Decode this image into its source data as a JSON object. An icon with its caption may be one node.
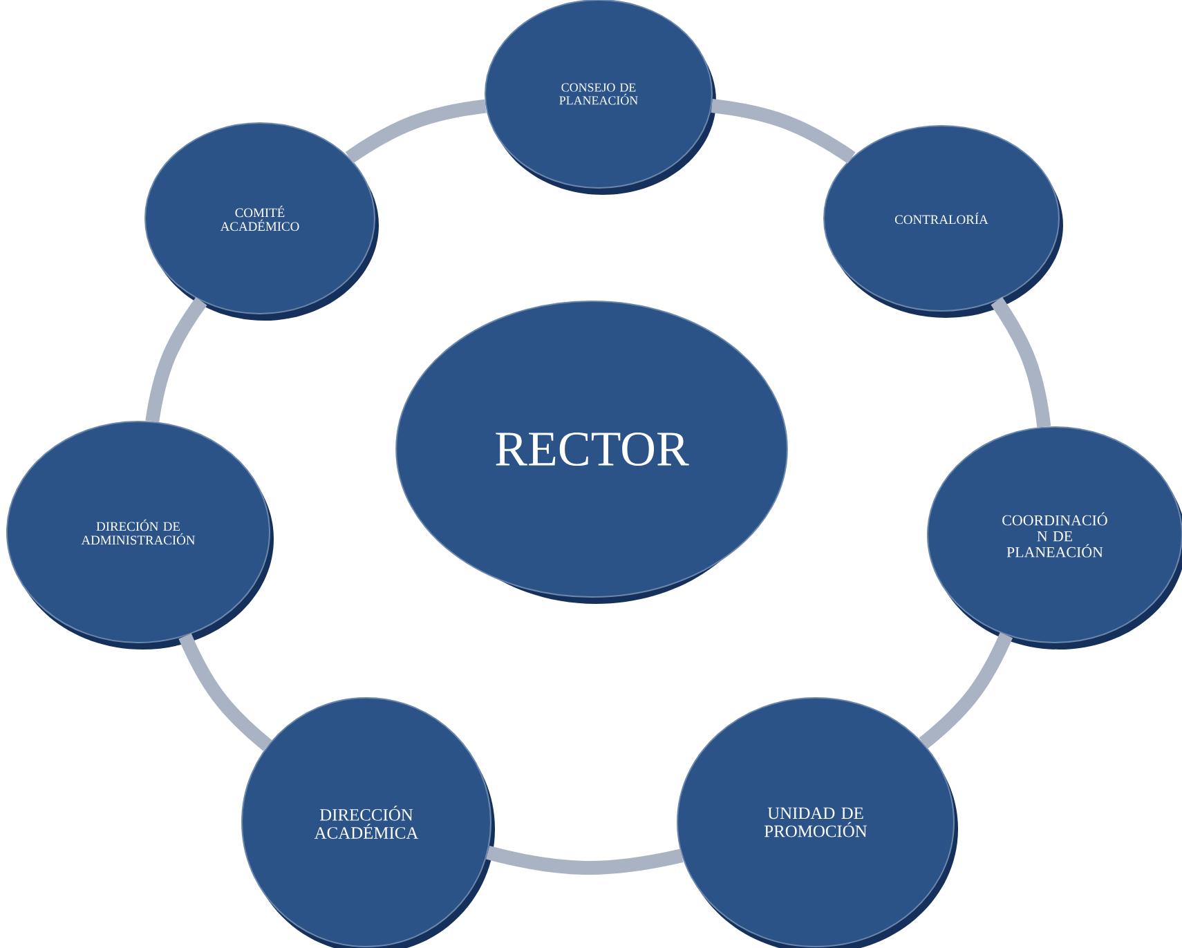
{
  "diagram": {
    "nodes": [
      {
        "text": [
          "CONSEJO DE PLANEACIÓN"
        ]
      },
      {
        "text": [
          "COMITÉ ACADÉMICO"
        ]
      },
      {
        "text": [
          "CONTRALORÍA"
        ]
      },
      {
        "text": [
          "RECTOR"
        ]
      },
      {
        "text": [
          "DIRECIÓN DE ADMINISTRACIÓN"
        ]
      },
      {
        "text": [
          "COORDINACIÓ N DE PLANEACIÓN"
        ]
      },
      {
        "text": [
          "DIRECCIÓN ACADÉMICA"
        ]
      },
      {
        "text": [
          "UNIDAD DE PROMOCIÓN"
        ]
      }
    ],
    "edges": [
      {
        "from": 0,
        "to": 2,
        "arrow": "none"
      },
      {
        "from": 2,
        "to": 5,
        "arrow": "none"
      },
      {
        "from": 5,
        "to": 7,
        "arrow": "none"
      },
      {
        "from": 7,
        "to": 6,
        "arrow": "none"
      },
      {
        "from": 6,
        "to": 4,
        "arrow": "none"
      },
      {
        "from": 4,
        "to": 1,
        "arrow": "none"
      },
      {
        "from": 1,
        "to": 0,
        "arrow": "none"
      }
    ]
  }
}
